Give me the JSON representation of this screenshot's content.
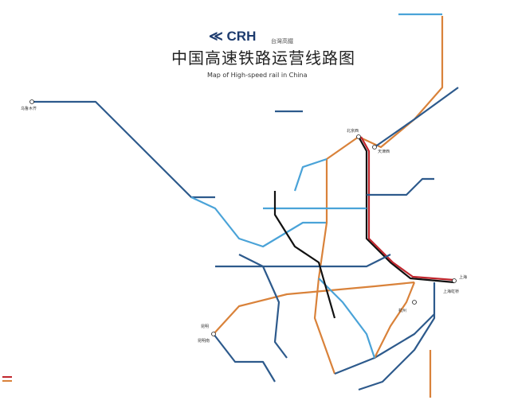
{
  "header": {
    "title": "中国高速铁路运营线路图",
    "subtitle": "Map of High-speed rail in China",
    "logo_crh": "CRH",
    "logo_thsr": "台灣高鐵"
  },
  "colors": {
    "dark_blue": "#2d5a8c",
    "light_blue": "#4aa3d8",
    "orange": "#d9823a",
    "black": "#111111",
    "red": "#c0262d"
  },
  "stations": {
    "urumqi": "乌鲁木齐",
    "beijing": "北京西",
    "tianjin": "天津西",
    "shanghai": "上海",
    "shanghai_hongqiao": "上海虹桥",
    "hangzhou": "杭州",
    "kunming": "昆明",
    "kunming_south": "昆明南"
  },
  "legend": {
    "items": [
      {
        "label": "",
        "color": "#c0262d"
      },
      {
        "label": "",
        "color": "#d9823a"
      }
    ]
  }
}
